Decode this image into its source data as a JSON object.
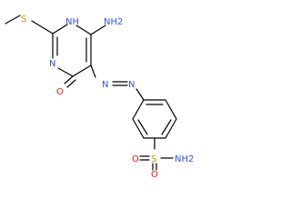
{
  "colors": {
    "carbon": "#000000",
    "nitrogen": "#3050F8",
    "oxygen": "#FF0D0D",
    "sulfur": "#B8A000"
  },
  "atoms": {
    "methylthio_s": "S",
    "ring_nh": "NH",
    "amino_nh2": "NH2",
    "ring_n": "N",
    "oxo_o": "O",
    "azo_n1": "N",
    "azo_n2": "N",
    "sulfonyl_s": "S",
    "sulfonyl_o1": "O",
    "sulfonyl_o2": "O",
    "sulfonamide_nh2": "NH2"
  }
}
